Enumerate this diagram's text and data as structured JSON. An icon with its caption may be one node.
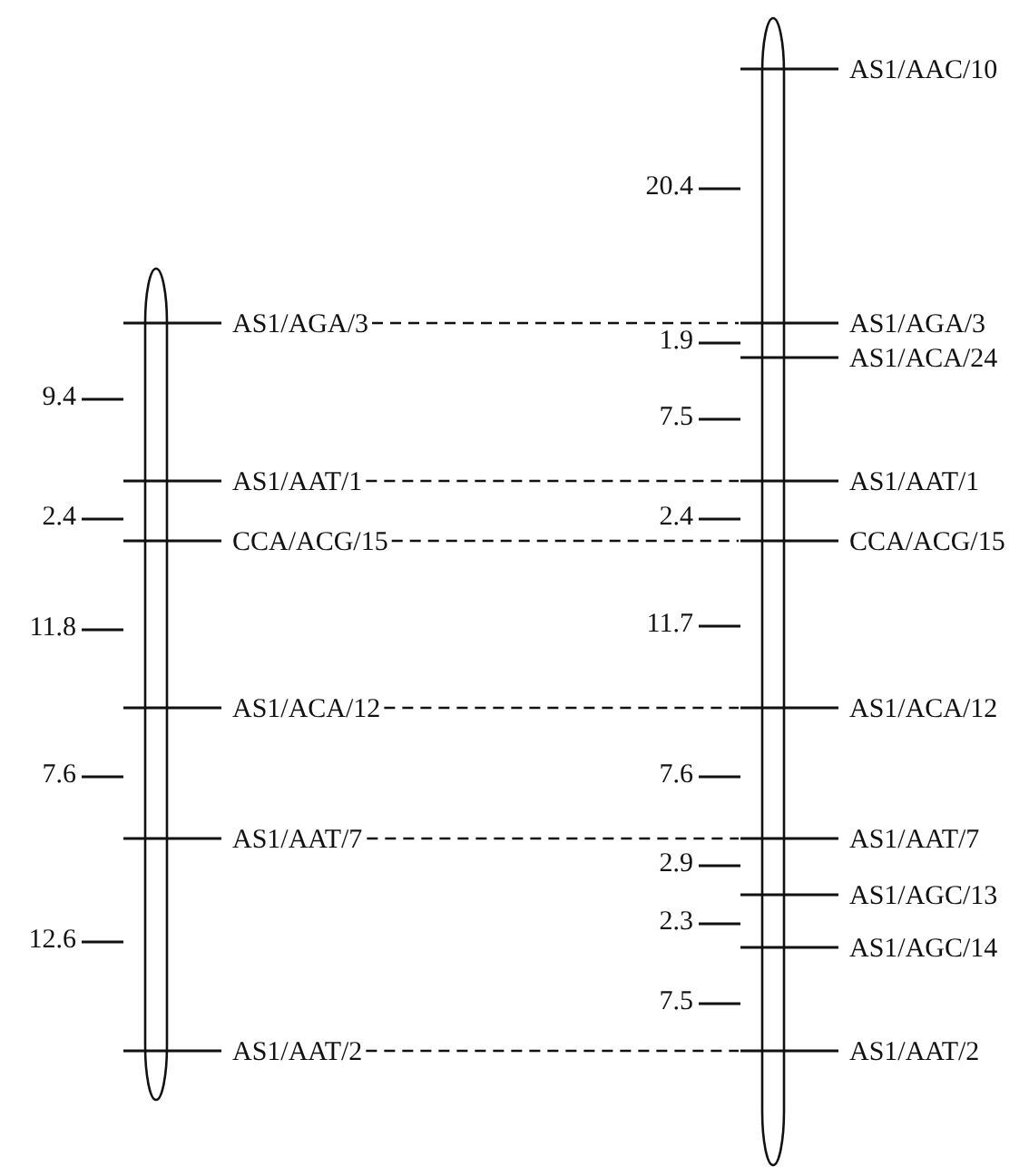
{
  "diagram": {
    "nodes": [
      {
        "text": [
          "AS1/AGA/3"
        ]
      },
      {
        "text": [
          "AS1/AAT/1"
        ]
      },
      {
        "text": [
          "CCA/ACG/15"
        ]
      },
      {
        "text": [
          "AS1/ACA/12"
        ]
      },
      {
        "text": [
          "AS1/AAT/7"
        ]
      },
      {
        "text": [
          "AS1/AAT/2"
        ]
      },
      {
        "text": [
          "AS1/AAC/10"
        ]
      },
      {
        "text": [
          "AS1/AGA/3"
        ]
      },
      {
        "text": [
          "AS1/ACA/24"
        ]
      },
      {
        "text": [
          "AS1/AAT/1"
        ]
      },
      {
        "text": [
          "CCA/ACG/15"
        ]
      },
      {
        "text": [
          "AS1/ACA/12"
        ]
      },
      {
        "text": [
          "AS1/AAT/7"
        ]
      },
      {
        "text": [
          "AS1/AGC/13"
        ]
      },
      {
        "text": [
          "AS1/AGC/14"
        ]
      },
      {
        "text": [
          "AS1/AAT/2"
        ]
      },
      {
        "text": [],
        "shape": "bar"
      },
      {
        "text": [],
        "shape": "bar"
      }
    ],
    "edges": [
      {
        "from": 0,
        "to": 7,
        "arrow": "none",
        "style": "dashed"
      },
      {
        "from": 1,
        "to": 9,
        "arrow": "none",
        "style": "dashed"
      },
      {
        "from": 2,
        "to": 10,
        "arrow": "none",
        "style": "dashed"
      },
      {
        "from": 3,
        "to": 11,
        "arrow": "none",
        "style": "dashed"
      },
      {
        "from": 4,
        "to": 12,
        "arrow": "none",
        "style": "dashed"
      },
      {
        "from": 5,
        "to": 15,
        "arrow": "none",
        "style": "dashed"
      }
    ],
    "labels": [
      "9.4",
      "2.4",
      "11.8",
      "7.6",
      "12.6",
      "20.4",
      "1.9",
      "7.5",
      "2.4",
      "11.7",
      "7.6",
      "2.9",
      "2.3",
      "7.5"
    ]
  }
}
